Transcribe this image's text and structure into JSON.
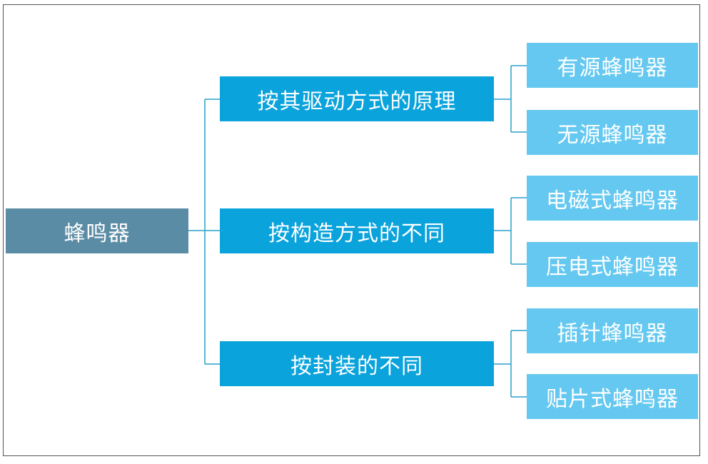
{
  "diagram": {
    "root": {
      "label": "蜂鸣器"
    },
    "branches": [
      {
        "label": "按其驱动方式的原理",
        "children": [
          "有源蜂鸣器",
          "无源蜂鸣器"
        ]
      },
      {
        "label": "按构造方式的不同",
        "children": [
          "电磁式蜂鸣器",
          "压电式蜂鸣器"
        ]
      },
      {
        "label": "按封装的不同",
        "children": [
          "插针蜂鸣器",
          "贴片式蜂鸣器"
        ]
      }
    ],
    "colors": {
      "root": "#5b8ca5",
      "branch": "#0aa3dc",
      "leaf": "#64c8f0",
      "connector": "#2aa0c8"
    }
  }
}
